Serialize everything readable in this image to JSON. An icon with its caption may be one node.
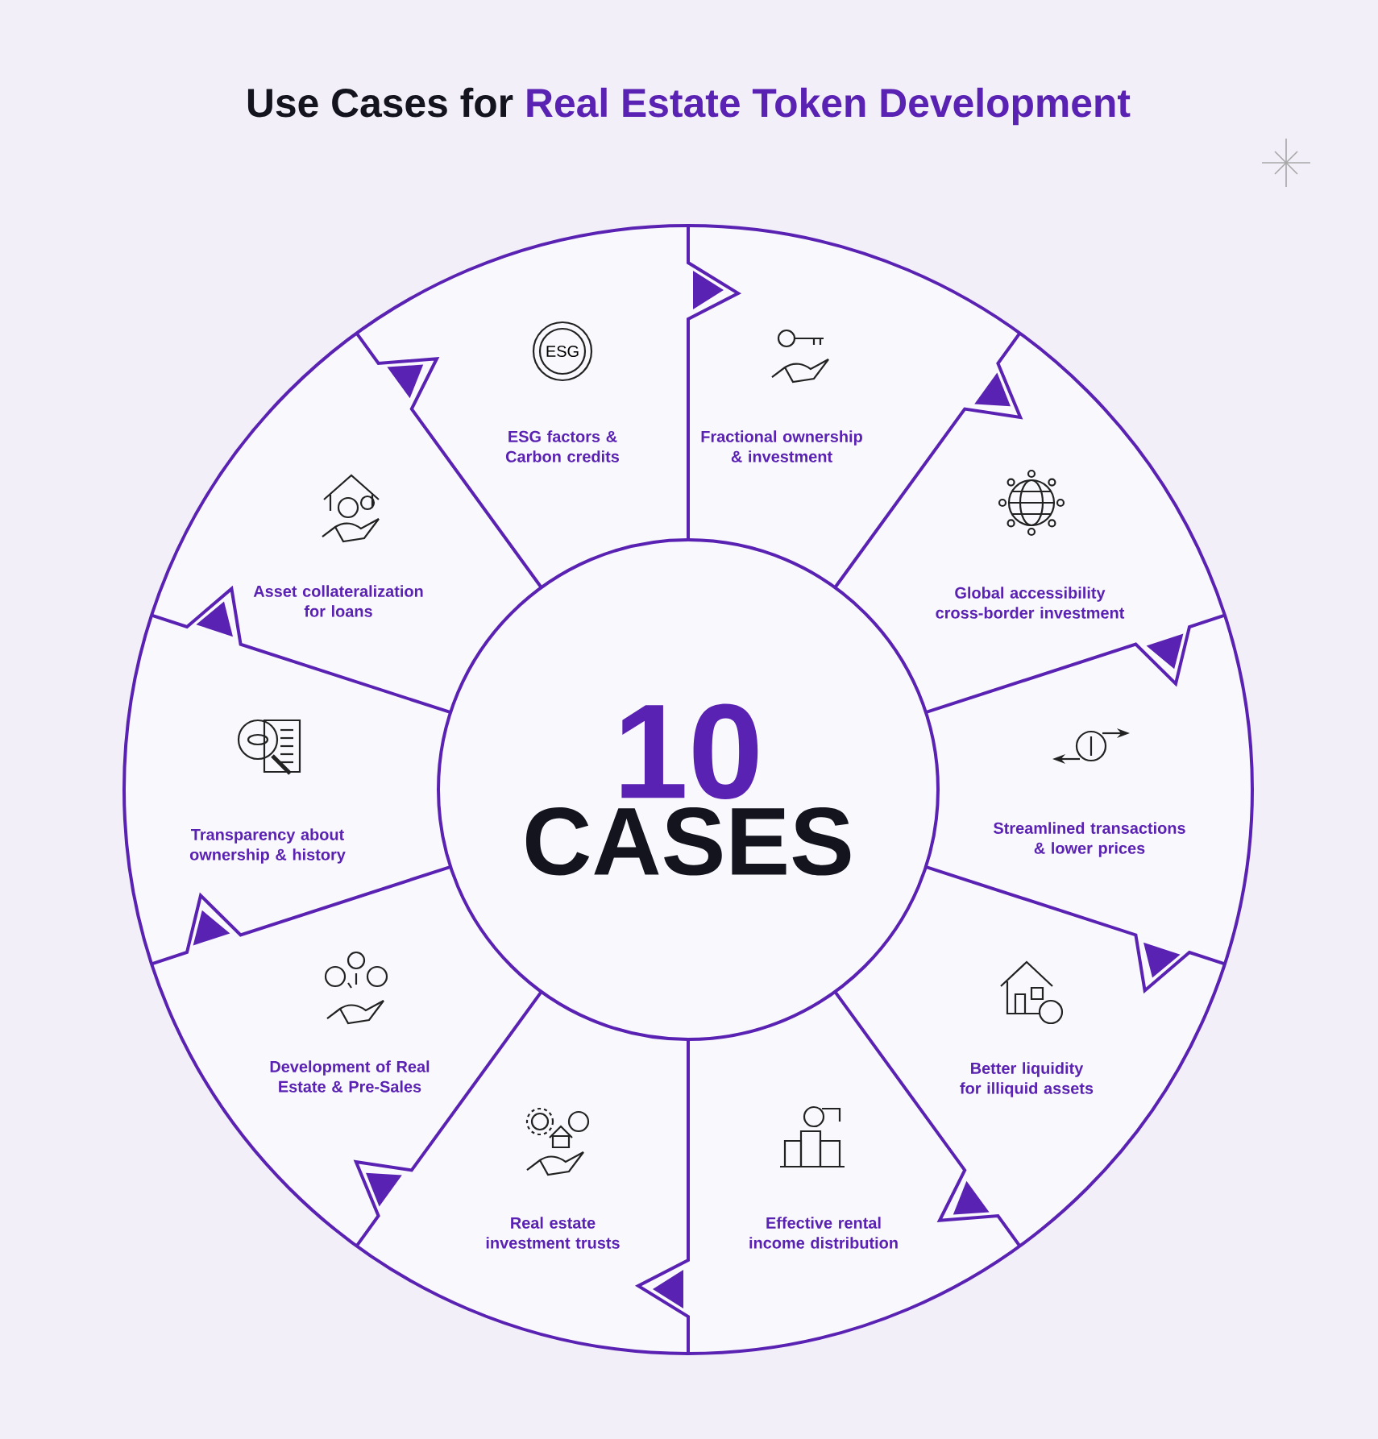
{
  "diagram": {
    "title": "Use Cases for **Real Estate Token Development**",
    "nodes": [
      {
        "text": [
          "10",
          "CASES"
        ]
      },
      {
        "text": [
          "ESG factors & Carbon credits"
        ]
      },
      {
        "text": [
          "Fractional ownership & investment"
        ]
      },
      {
        "text": [
          "Global accessibility cross-border investment"
        ]
      },
      {
        "text": [
          "Streamlined transactions & lower prices"
        ]
      },
      {
        "text": [
          "Better liquidity for illiquid assets"
        ]
      },
      {
        "text": [
          "Effective rental income distribution"
        ]
      },
      {
        "text": [
          "Real estate investment trusts"
        ]
      },
      {
        "text": [
          "Development of Real Estate & Pre-Sales"
        ]
      },
      {
        "text": [
          "Transparency about ownership & history"
        ]
      },
      {
        "text": [
          "Asset collateralization for loans"
        ]
      }
    ],
    "labels": [
      "ESG"
    ]
  }
}
